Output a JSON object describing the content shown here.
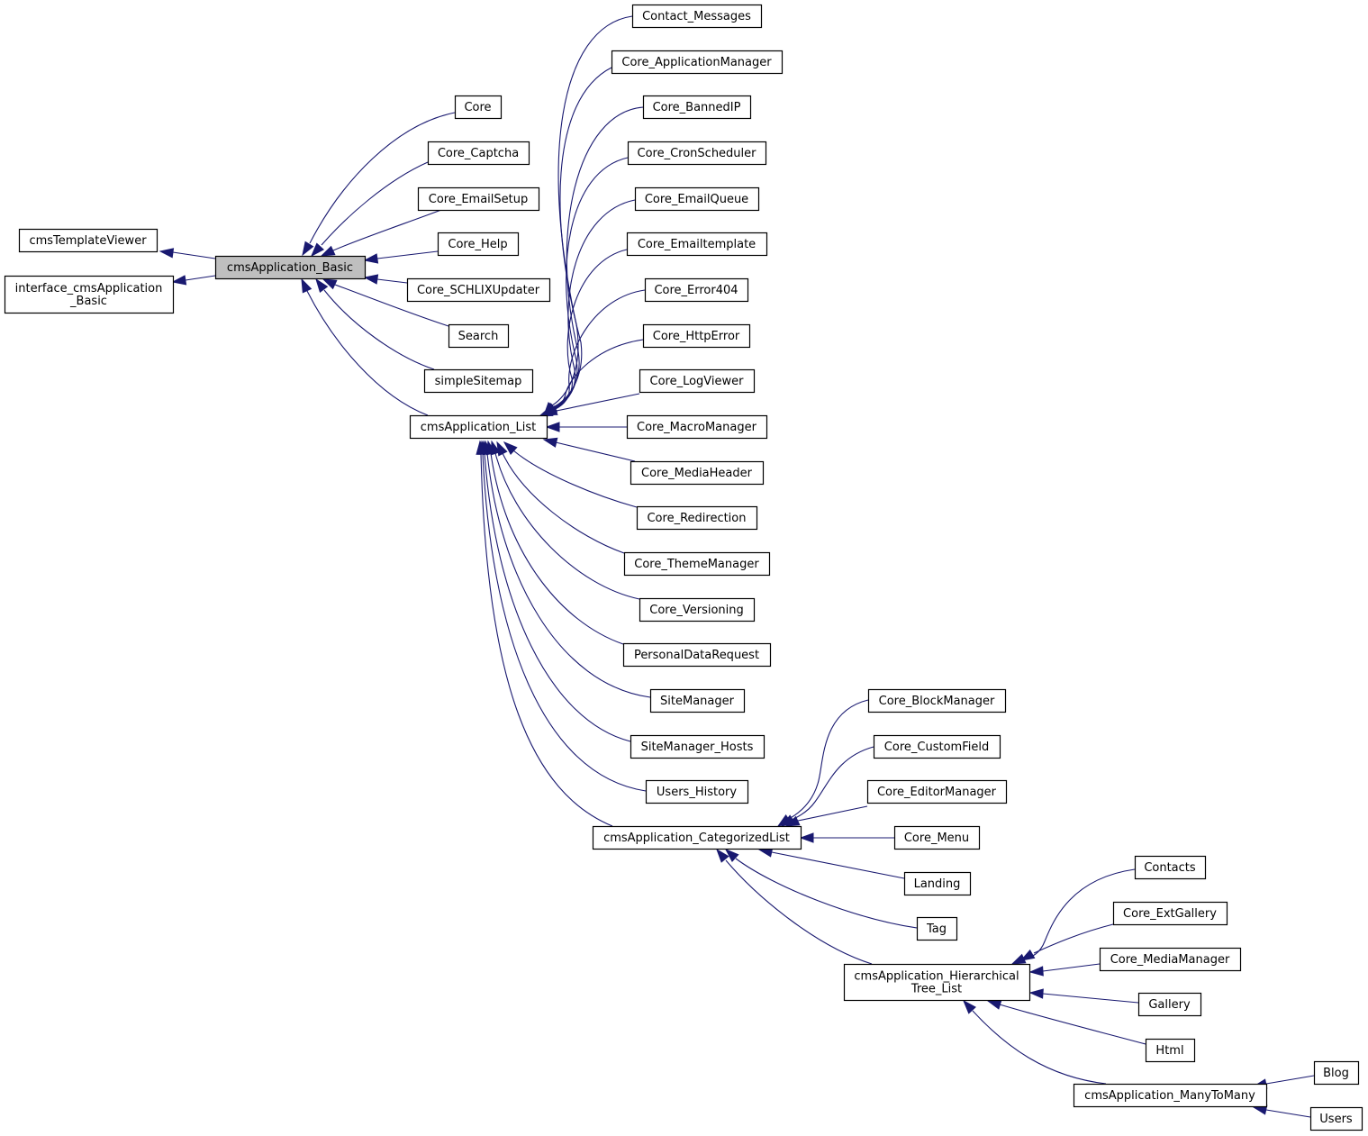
{
  "diagram": {
    "colors": {
      "edge": "#191970",
      "node_border": "#000000",
      "node_fill": "#ffffff",
      "highlight_fill": "#bfbfbf"
    },
    "nodes": [
      {
        "id": "cmsTemplateViewer",
        "lines": [
          "cmsTemplateViewer"
        ]
      },
      {
        "id": "interface_cmsApplication_Basic",
        "lines": [
          "interface_cmsApplication",
          "_Basic"
        ]
      },
      {
        "id": "cmsApplication_Basic",
        "lines": [
          "cmsApplication_Basic"
        ],
        "highlight": true
      },
      {
        "id": "Core",
        "lines": [
          "Core"
        ]
      },
      {
        "id": "Core_Captcha",
        "lines": [
          "Core_Captcha"
        ]
      },
      {
        "id": "Core_EmailSetup",
        "lines": [
          "Core_EmailSetup"
        ]
      },
      {
        "id": "Core_Help",
        "lines": [
          "Core_Help"
        ]
      },
      {
        "id": "Core_SCHLIXUpdater",
        "lines": [
          "Core_SCHLIXUpdater"
        ]
      },
      {
        "id": "Search",
        "lines": [
          "Search"
        ]
      },
      {
        "id": "simpleSitemap",
        "lines": [
          "simpleSitemap"
        ]
      },
      {
        "id": "cmsApplication_List",
        "lines": [
          "cmsApplication_List"
        ]
      },
      {
        "id": "Contact_Messages",
        "lines": [
          "Contact_Messages"
        ]
      },
      {
        "id": "Core_ApplicationManager",
        "lines": [
          "Core_ApplicationManager"
        ]
      },
      {
        "id": "Core_BannedIP",
        "lines": [
          "Core_BannedIP"
        ]
      },
      {
        "id": "Core_CronScheduler",
        "lines": [
          "Core_CronScheduler"
        ]
      },
      {
        "id": "Core_EmailQueue",
        "lines": [
          "Core_EmailQueue"
        ]
      },
      {
        "id": "Core_Emailtemplate",
        "lines": [
          "Core_Emailtemplate"
        ]
      },
      {
        "id": "Core_Error404",
        "lines": [
          "Core_Error404"
        ]
      },
      {
        "id": "Core_HttpError",
        "lines": [
          "Core_HttpError"
        ]
      },
      {
        "id": "Core_LogViewer",
        "lines": [
          "Core_LogViewer"
        ]
      },
      {
        "id": "Core_MacroManager",
        "lines": [
          "Core_MacroManager"
        ]
      },
      {
        "id": "Core_MediaHeader",
        "lines": [
          "Core_MediaHeader"
        ]
      },
      {
        "id": "Core_Redirection",
        "lines": [
          "Core_Redirection"
        ]
      },
      {
        "id": "Core_ThemeManager",
        "lines": [
          "Core_ThemeManager"
        ]
      },
      {
        "id": "Core_Versioning",
        "lines": [
          "Core_Versioning"
        ]
      },
      {
        "id": "PersonalDataRequest",
        "lines": [
          "PersonalDataRequest"
        ]
      },
      {
        "id": "SiteManager",
        "lines": [
          "SiteManager"
        ]
      },
      {
        "id": "SiteManager_Hosts",
        "lines": [
          "SiteManager_Hosts"
        ]
      },
      {
        "id": "Users_History",
        "lines": [
          "Users_History"
        ]
      },
      {
        "id": "cmsApplication_CategorizedList",
        "lines": [
          "cmsApplication_CategorizedList"
        ]
      },
      {
        "id": "Core_BlockManager",
        "lines": [
          "Core_BlockManager"
        ]
      },
      {
        "id": "Core_CustomField",
        "lines": [
          "Core_CustomField"
        ]
      },
      {
        "id": "Core_EditorManager",
        "lines": [
          "Core_EditorManager"
        ]
      },
      {
        "id": "Core_Menu",
        "lines": [
          "Core_Menu"
        ]
      },
      {
        "id": "Landing",
        "lines": [
          "Landing"
        ]
      },
      {
        "id": "Tag",
        "lines": [
          "Tag"
        ]
      },
      {
        "id": "cmsApplication_HierarchicalTree_List",
        "lines": [
          "cmsApplication_Hierarchical",
          "Tree_List"
        ]
      },
      {
        "id": "Contacts",
        "lines": [
          "Contacts"
        ]
      },
      {
        "id": "Core_ExtGallery",
        "lines": [
          "Core_ExtGallery"
        ]
      },
      {
        "id": "Core_MediaManager",
        "lines": [
          "Core_MediaManager"
        ]
      },
      {
        "id": "Gallery",
        "lines": [
          "Gallery"
        ]
      },
      {
        "id": "Html",
        "lines": [
          "Html"
        ]
      },
      {
        "id": "cmsApplication_ManyToMany",
        "lines": [
          "cmsApplication_ManyToMany"
        ]
      },
      {
        "id": "Blog",
        "lines": [
          "Blog"
        ]
      },
      {
        "id": "Users",
        "lines": [
          "Users"
        ]
      }
    ],
    "edges": [
      {
        "from": "cmsApplication_Basic",
        "to": "cmsTemplateViewer"
      },
      {
        "from": "cmsApplication_Basic",
        "to": "interface_cmsApplication_Basic"
      },
      {
        "from": "Core",
        "to": "cmsApplication_Basic"
      },
      {
        "from": "Core_Captcha",
        "to": "cmsApplication_Basic"
      },
      {
        "from": "Core_EmailSetup",
        "to": "cmsApplication_Basic"
      },
      {
        "from": "Core_Help",
        "to": "cmsApplication_Basic"
      },
      {
        "from": "Core_SCHLIXUpdater",
        "to": "cmsApplication_Basic"
      },
      {
        "from": "Search",
        "to": "cmsApplication_Basic"
      },
      {
        "from": "simpleSitemap",
        "to": "cmsApplication_Basic"
      },
      {
        "from": "cmsApplication_List",
        "to": "cmsApplication_Basic"
      },
      {
        "from": "Contact_Messages",
        "to": "cmsApplication_List"
      },
      {
        "from": "Core_ApplicationManager",
        "to": "cmsApplication_List"
      },
      {
        "from": "Core_BannedIP",
        "to": "cmsApplication_List"
      },
      {
        "from": "Core_CronScheduler",
        "to": "cmsApplication_List"
      },
      {
        "from": "Core_EmailQueue",
        "to": "cmsApplication_List"
      },
      {
        "from": "Core_Emailtemplate",
        "to": "cmsApplication_List"
      },
      {
        "from": "Core_Error404",
        "to": "cmsApplication_List"
      },
      {
        "from": "Core_HttpError",
        "to": "cmsApplication_List"
      },
      {
        "from": "Core_LogViewer",
        "to": "cmsApplication_List"
      },
      {
        "from": "Core_MacroManager",
        "to": "cmsApplication_List"
      },
      {
        "from": "Core_MediaHeader",
        "to": "cmsApplication_List"
      },
      {
        "from": "Core_Redirection",
        "to": "cmsApplication_List"
      },
      {
        "from": "Core_ThemeManager",
        "to": "cmsApplication_List"
      },
      {
        "from": "Core_Versioning",
        "to": "cmsApplication_List"
      },
      {
        "from": "PersonalDataRequest",
        "to": "cmsApplication_List"
      },
      {
        "from": "SiteManager",
        "to": "cmsApplication_List"
      },
      {
        "from": "SiteManager_Hosts",
        "to": "cmsApplication_List"
      },
      {
        "from": "Users_History",
        "to": "cmsApplication_List"
      },
      {
        "from": "cmsApplication_CategorizedList",
        "to": "cmsApplication_List"
      },
      {
        "from": "Core_BlockManager",
        "to": "cmsApplication_CategorizedList"
      },
      {
        "from": "Core_CustomField",
        "to": "cmsApplication_CategorizedList"
      },
      {
        "from": "Core_EditorManager",
        "to": "cmsApplication_CategorizedList"
      },
      {
        "from": "Core_Menu",
        "to": "cmsApplication_CategorizedList"
      },
      {
        "from": "Landing",
        "to": "cmsApplication_CategorizedList"
      },
      {
        "from": "Tag",
        "to": "cmsApplication_CategorizedList"
      },
      {
        "from": "cmsApplication_HierarchicalTree_List",
        "to": "cmsApplication_CategorizedList"
      },
      {
        "from": "Contacts",
        "to": "cmsApplication_HierarchicalTree_List"
      },
      {
        "from": "Core_ExtGallery",
        "to": "cmsApplication_HierarchicalTree_List"
      },
      {
        "from": "Core_MediaManager",
        "to": "cmsApplication_HierarchicalTree_List"
      },
      {
        "from": "Gallery",
        "to": "cmsApplication_HierarchicalTree_List"
      },
      {
        "from": "Html",
        "to": "cmsApplication_HierarchicalTree_List"
      },
      {
        "from": "cmsApplication_ManyToMany",
        "to": "cmsApplication_HierarchicalTree_List"
      },
      {
        "from": "Blog",
        "to": "cmsApplication_ManyToMany"
      },
      {
        "from": "Users",
        "to": "cmsApplication_ManyToMany"
      }
    ]
  }
}
